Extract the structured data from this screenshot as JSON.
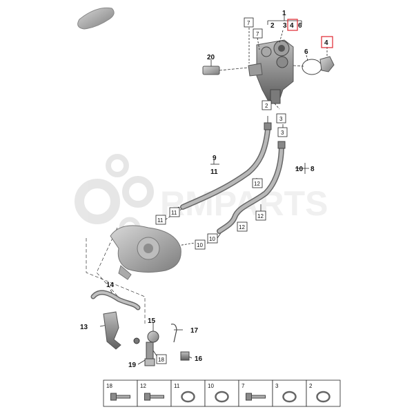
{
  "watermark": {
    "text": "RMPARTS"
  },
  "part_labels": {
    "p1": "1",
    "p2": "2",
    "p3": "3",
    "p4": "4",
    "p6top": "6",
    "p4right": "4",
    "p6": "6",
    "p20": "20",
    "p9": "9",
    "p11": "11",
    "p10": "10",
    "p8": "8",
    "p14": "14",
    "p13": "13",
    "p15": "15",
    "p17": "17",
    "p16": "16",
    "p19": "19"
  },
  "callouts": {
    "c7a": "7",
    "c7b": "7",
    "c2a": "2",
    "c3a": "3",
    "c3b": "3",
    "c12a": "12",
    "c12b": "12",
    "c12c": "12",
    "c11a": "11",
    "c11b": "11",
    "c10a": "10",
    "c10b": "10",
    "c18": "18"
  },
  "legend": {
    "items": [
      {
        "label": "18",
        "icon": "bolt-icon"
      },
      {
        "label": "12",
        "icon": "bolt-icon"
      },
      {
        "label": "11",
        "icon": "o-ring-icon"
      },
      {
        "label": "10",
        "icon": "o-ring-icon"
      },
      {
        "label": "7",
        "icon": "bolt-icon"
      },
      {
        "label": "3",
        "icon": "o-ring-icon"
      },
      {
        "label": "2",
        "icon": "o-ring-icon"
      }
    ]
  },
  "colors": {
    "highlight": "#e0262e",
    "line": "#222222",
    "part": "#9a9a9a",
    "watermark": "#c9c9c9"
  }
}
